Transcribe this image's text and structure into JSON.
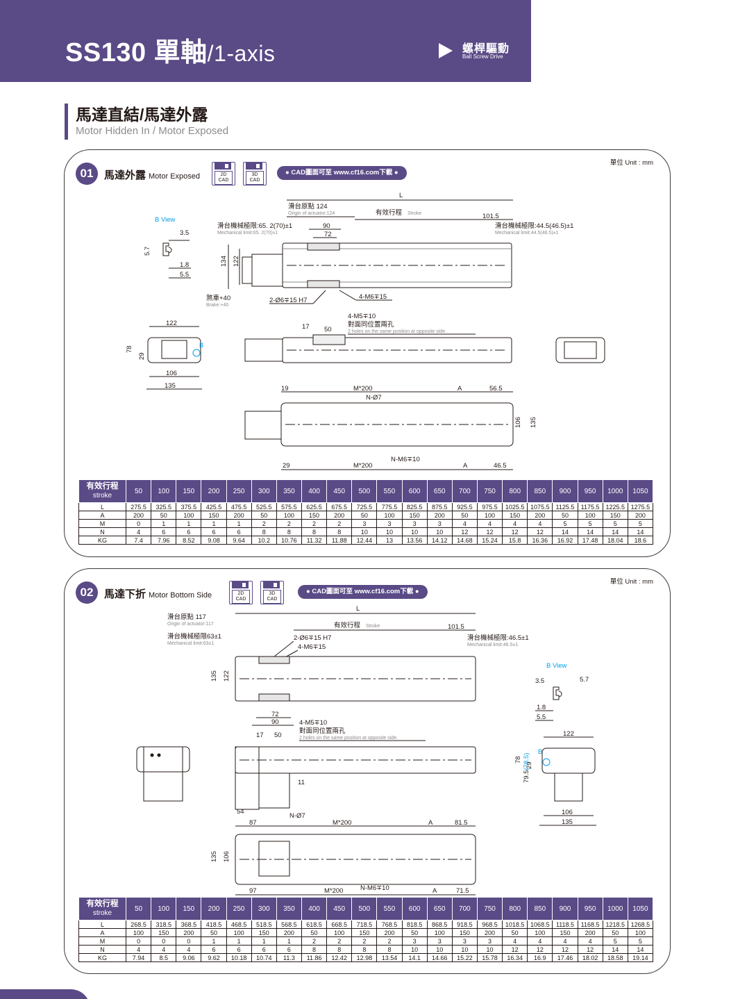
{
  "header": {
    "model": "SS130",
    "title_zh": "單軸",
    "title_axis": "/1-axis",
    "drive_zh": "螺桿驅動",
    "drive_en": "Ball Screw Drive"
  },
  "section": {
    "title_zh": "馬達直結/馬達外露",
    "title_en": "Motor Hidden In / Motor Exposed"
  },
  "panels": [
    {
      "number": "01",
      "title_zh": "馬達外露",
      "title_en": "Motor Exposed",
      "unit": "單位 Unit : mm",
      "cad2d": "2D\nCAD",
      "cad3d": "3D\nCAD",
      "download": "● CAD圖面可至 www.cf16.com下載 ●",
      "drawing_labels": {
        "bview": "B View",
        "L": "L",
        "origin": "滑台原點 124",
        "origin_en": "Origin of actuator:124",
        "stroke": "有效行程",
        "stroke_en": "Stroke",
        "mech_left": "滑台機械極限:65. 2(70)±1",
        "mech_left_en": "Mechanical limit:65. 2(70)±1",
        "mech_right": "滑台機械極限:44.5(46.5)±1",
        "mech_right_en": "Mechanical limit:44.5(46.5)±1",
        "d90": "90",
        "d72": "72",
        "d1015": "101.5",
        "d35": "3.5",
        "d57": "5.7",
        "d18": "1.8",
        "d55": "5.5",
        "d134": "134",
        "d122": "122",
        "brake": "煞車+40",
        "brake_en": "Brake:+40",
        "pin": "2-Ø6∓15 H7",
        "m6": "4-M6∓15",
        "m5": "4-M5∓10",
        "opposite": "對面同位置兩孔",
        "opposite_en": "2 holes on the same position at opposite side.",
        "d17": "17",
        "d50": "50",
        "end122": "122",
        "end78": "78",
        "end29": "29",
        "end106": "106",
        "end135": "135",
        "endB": "B",
        "d19": "19",
        "m200": "M*200",
        "nphi7": "N-Ø7",
        "dA": "A",
        "d565": "56.5",
        "d106v": "106",
        "d135v": "135",
        "nm6": "N-M6∓10",
        "d29": "29",
        "d465": "46.5"
      },
      "table": {
        "header_zh": "有效行程",
        "header_en": "stroke",
        "strokes": [
          "50",
          "100",
          "150",
          "200",
          "250",
          "300",
          "350",
          "400",
          "450",
          "500",
          "550",
          "600",
          "650",
          "700",
          "750",
          "800",
          "850",
          "900",
          "950",
          "1000",
          "1050"
        ],
        "rows": [
          {
            "name": "L",
            "values": [
              "275.5",
              "325.5",
              "375.5",
              "425.5",
              "475.5",
              "525.5",
              "575.5",
              "625.5",
              "675.5",
              "725.5",
              "775.5",
              "825.5",
              "875.5",
              "925.5",
              "975.5",
              "1025.5",
              "1075.5",
              "1125.5",
              "1175.5",
              "1225.5",
              "1275.5"
            ]
          },
          {
            "name": "A",
            "values": [
              "200",
              "50",
              "100",
              "150",
              "200",
              "50",
              "100",
              "150",
              "200",
              "50",
              "100",
              "150",
              "200",
              "50",
              "100",
              "150",
              "200",
              "50",
              "100",
              "150",
              "200"
            ]
          },
          {
            "name": "M",
            "values": [
              "0",
              "1",
              "1",
              "1",
              "1",
              "2",
              "2",
              "2",
              "2",
              "3",
              "3",
              "3",
              "3",
              "4",
              "4",
              "4",
              "4",
              "5",
              "5",
              "5",
              "5"
            ]
          },
          {
            "name": "N",
            "values": [
              "4",
              "6",
              "6",
              "6",
              "6",
              "8",
              "8",
              "8",
              "8",
              "10",
              "10",
              "10",
              "10",
              "12",
              "12",
              "12",
              "12",
              "14",
              "14",
              "14",
              "14"
            ]
          },
          {
            "name": "KG",
            "values": [
              "7.4",
              "7.96",
              "8.52",
              "9.08",
              "9.64",
              "10.2",
              "10.76",
              "11.32",
              "11.88",
              "12.44",
              "13",
              "13.56",
              "14.12",
              "14.68",
              "15.24",
              "15.8",
              "16.36",
              "16.92",
              "17.48",
              "18.04",
              "18.6"
            ]
          }
        ]
      }
    },
    {
      "number": "02",
      "title_zh": "馬達下折",
      "title_en": "Motor Bottom Side",
      "unit": "單位 Unit : mm",
      "cad2d": "2D\nCAD",
      "cad3d": "3D\nCAD",
      "download": "● CAD圖面可至 www.cf16.com下載 ●",
      "drawing_labels": {
        "L": "L",
        "origin": "滑台原點 117",
        "origin_en": "Origin of actuator:117",
        "stroke": "有效行程",
        "stroke_en": "Stroke",
        "d1015": "101.5",
        "mech_left": "滑台機械極限63±1",
        "mech_left_en": "Mechanical limit:63±1",
        "mech_right": "滑台機械極限:46.5±1",
        "mech_right_en": "Mechanical limit:46.5±1",
        "pin": "2-Ø6∓15 H7",
        "m6": "4-M6∓15",
        "d135": "135",
        "d122": "122",
        "d72": "72",
        "d90": "90",
        "m5": "4-M5∓10",
        "opposite": "對面同位置兩孔",
        "opposite_en": "2 holes on the same position at opposite side.",
        "d17": "17",
        "d50": "50",
        "d11": "11",
        "d54": "54",
        "bview": "B View",
        "d35": "3.5",
        "d57": "5.7",
        "d18": "1.8",
        "d55": "5.5",
        "end122": "122",
        "endB": "B",
        "end78": "78",
        "end29": "29",
        "end795a": "79.5",
        "end795b": "(78.5)",
        "end106": "106",
        "end135": "135",
        "d87": "87",
        "nphi7": "N-Ø7",
        "m200": "M*200",
        "dA": "A",
        "d815": "81.5",
        "d135v": "135",
        "d106v": "106",
        "d97": "97",
        "nm6": "N-M6∓10",
        "d715": "71.5"
      },
      "table": {
        "header_zh": "有效行程",
        "header_en": "stroke",
        "strokes": [
          "50",
          "100",
          "150",
          "200",
          "250",
          "300",
          "350",
          "400",
          "450",
          "500",
          "550",
          "600",
          "650",
          "700",
          "750",
          "800",
          "850",
          "900",
          "950",
          "1000",
          "1050"
        ],
        "rows": [
          {
            "name": "L",
            "values": [
              "268.5",
              "318.5",
              "368.5",
              "418.5",
              "468.5",
              "518.5",
              "568.5",
              "618.5",
              "668.5",
              "718.5",
              "768.5",
              "818.5",
              "868.5",
              "918.5",
              "968.5",
              "1018.5",
              "1068.5",
              "1118.5",
              "1168.5",
              "1218.5",
              "1268.5"
            ]
          },
          {
            "name": "A",
            "values": [
              "100",
              "150",
              "200",
              "50",
              "100",
              "150",
              "200",
              "50",
              "100",
              "150",
              "200",
              "50",
              "100",
              "150",
              "200",
              "50",
              "100",
              "150",
              "200",
              "50",
              "100"
            ]
          },
          {
            "name": "M",
            "values": [
              "0",
              "0",
              "0",
              "1",
              "1",
              "1",
              "1",
              "2",
              "2",
              "2",
              "2",
              "3",
              "3",
              "3",
              "3",
              "4",
              "4",
              "4",
              "4",
              "5",
              "5"
            ]
          },
          {
            "name": "N",
            "values": [
              "4",
              "4",
              "4",
              "6",
              "6",
              "6",
              "6",
              "8",
              "8",
              "8",
              "8",
              "10",
              "10",
              "10",
              "10",
              "12",
              "12",
              "12",
              "12",
              "14",
              "14"
            ]
          },
          {
            "name": "KG",
            "values": [
              "7.94",
              "8.5",
              "9.06",
              "9.62",
              "10.18",
              "10.74",
              "11.3",
              "11.86",
              "12.42",
              "12.98",
              "13.54",
              "14.1",
              "14.66",
              "15.22",
              "15.78",
              "16.34",
              "16.9",
              "17.46",
              "18.02",
              "18.58",
              "19.14"
            ]
          }
        ]
      }
    }
  ]
}
